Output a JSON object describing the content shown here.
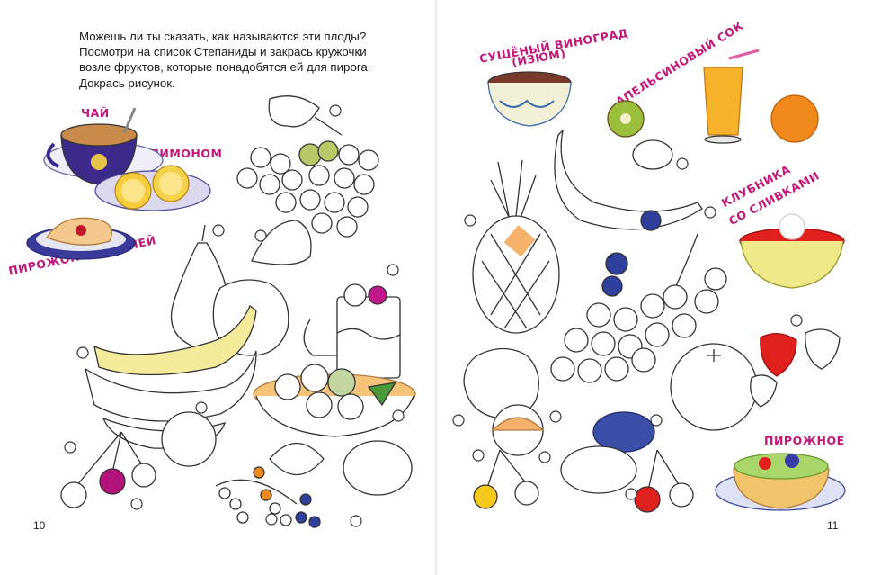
{
  "instructions": [
    "Можешь ли ты сказать, как называются эти плоды?",
    "Посмотри на список Степаниды и закрась кружочки",
    "возле фруктов, которые понадобятся ей для пирога.",
    "Докрась рисунок."
  ],
  "labels": {
    "tea": "Чай",
    "with_lemon": "с лимоном",
    "cherry_pie": "Пирожок с вишней",
    "raisins_line1": "Сушёный виноград",
    "raisins_line2": "(изюм)",
    "orange_juice": "Апельсиновый сок",
    "strawberry_line1": "Клубника",
    "strawberry_line2": "со сливками",
    "cake": "Пирожное"
  },
  "page_numbers": {
    "left": "10",
    "right": "11"
  },
  "colors": {
    "label_magenta": "#c2187a",
    "banana_yellow": "#f4ec9a",
    "grape_green": "#b8c96a",
    "plum_blue": "#2f3f9c",
    "cherry_magenta": "#b3127a",
    "cherry_red": "#e0201d",
    "orange": "#f08a1c"
  }
}
